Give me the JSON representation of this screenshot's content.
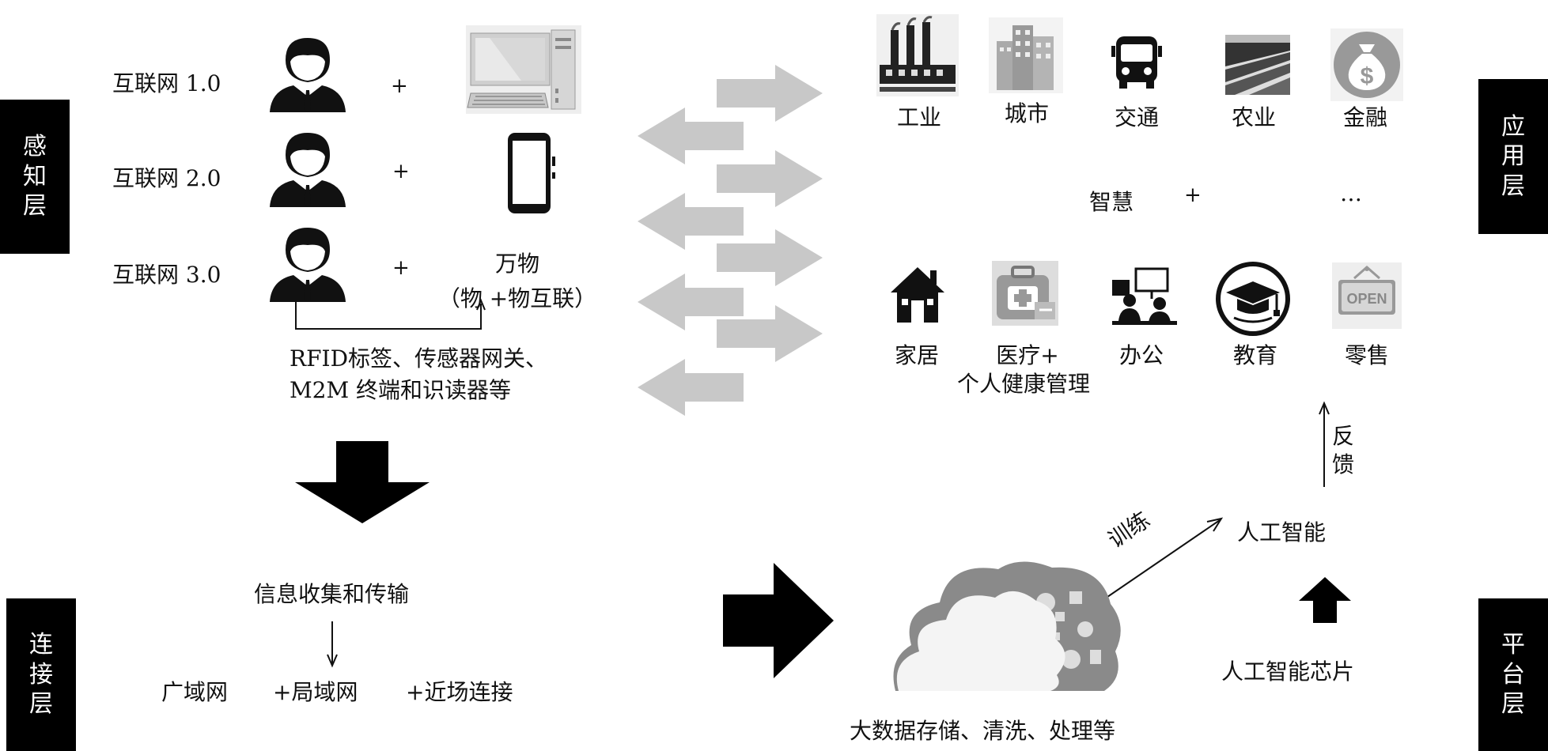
{
  "layers": {
    "perception": [
      "感",
      "知",
      "层"
    ],
    "connection": [
      "连",
      "接",
      "层"
    ],
    "application": [
      "应",
      "用",
      "层"
    ],
    "platform": [
      "平",
      "台",
      "层"
    ]
  },
  "internet_rows": [
    {
      "label": "互联网 1.0",
      "plus": "+"
    },
    {
      "label": "互联网 2.0",
      "plus": "+"
    },
    {
      "label": "互联网 3.0",
      "plus": "+"
    }
  ],
  "things": {
    "line1": "万物",
    "line2": "（物 +物互联）"
  },
  "rfid": {
    "line1": "RFID标签、传感器网关、",
    "line2": "M2M 终端和识读器等"
  },
  "connection": {
    "title": "信息收集和传输",
    "wan": "广域网",
    "lan": "+局域网",
    "nfc": "+近场连接"
  },
  "smart_industries_top": [
    {
      "label": "工业",
      "icon": "factory-icon"
    },
    {
      "label": "城市",
      "icon": "city-buildings-icon"
    },
    {
      "label": "交通",
      "icon": "bus-icon"
    },
    {
      "label": "农业",
      "icon": "farmland-icon"
    },
    {
      "label": "金融",
      "icon": "money-bag-icon"
    }
  ],
  "smart_plus": {
    "left": "智慧",
    "plus": "+",
    "ellipsis": "…"
  },
  "smart_industries_bottom": [
    {
      "label": "家居",
      "icon": "house-icon"
    },
    {
      "label": "医疗+",
      "label2": "个人健康管理",
      "icon": "medical-kit-icon"
    },
    {
      "label": "办公",
      "icon": "office-meeting-icon"
    },
    {
      "label": "教育",
      "icon": "graduation-cap-icon"
    },
    {
      "label": "零售",
      "icon": "open-sign-icon"
    }
  ],
  "open_sign_text": "OPEN",
  "platform": {
    "feedback": [
      "反",
      "馈"
    ],
    "ai": "人工智能",
    "training": "训练",
    "ai_chip": "人工智能芯片",
    "big_data": "大数据存储、清洗、处理等"
  }
}
